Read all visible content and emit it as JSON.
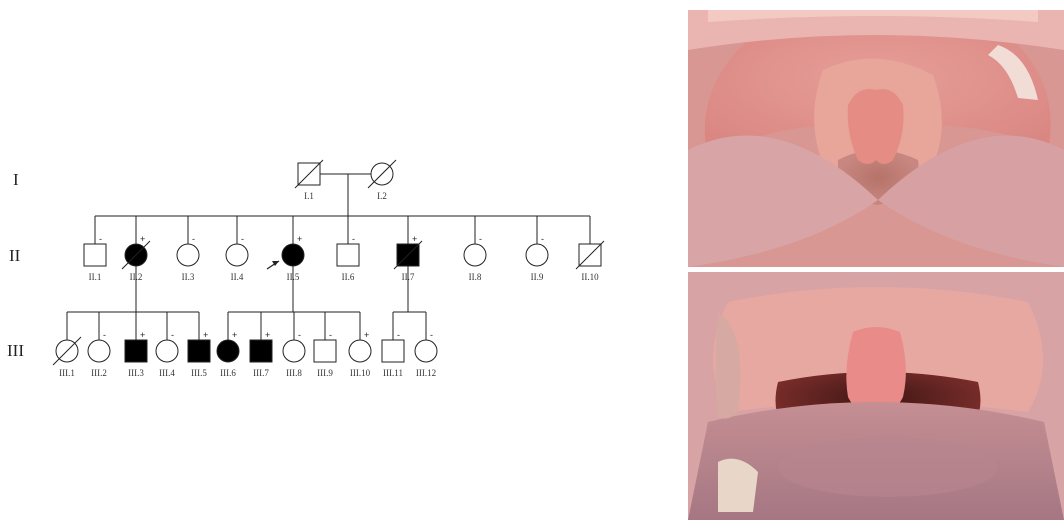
{
  "generations": {
    "I": "I",
    "II": "II",
    "III": "III"
  },
  "gen1": [
    {
      "id": "I.1",
      "sex": "male",
      "affected": false,
      "deceased": true,
      "sign": ""
    },
    {
      "id": "I.2",
      "sex": "female",
      "affected": false,
      "deceased": true,
      "sign": ""
    }
  ],
  "gen2": [
    {
      "id": "II.1",
      "sex": "male",
      "affected": false,
      "deceased": false,
      "sign": "-"
    },
    {
      "id": "II.2",
      "sex": "female",
      "affected": true,
      "deceased": true,
      "sign": "+"
    },
    {
      "id": "II.3",
      "sex": "female",
      "affected": false,
      "deceased": false,
      "sign": "-"
    },
    {
      "id": "II.4",
      "sex": "female",
      "affected": false,
      "deceased": false,
      "sign": "-"
    },
    {
      "id": "II.5",
      "sex": "female",
      "affected": true,
      "deceased": false,
      "sign": "+",
      "proband": true
    },
    {
      "id": "II.6",
      "sex": "male",
      "affected": false,
      "deceased": false,
      "sign": "-"
    },
    {
      "id": "II.7",
      "sex": "male",
      "affected": true,
      "deceased": true,
      "sign": "+"
    },
    {
      "id": "II.8",
      "sex": "female",
      "affected": false,
      "deceased": false,
      "sign": "-"
    },
    {
      "id": "II.9",
      "sex": "female",
      "affected": false,
      "deceased": false,
      "sign": "-"
    },
    {
      "id": "II.10",
      "sex": "male",
      "affected": false,
      "deceased": true,
      "sign": ""
    }
  ],
  "gen3": [
    {
      "id": "III.1",
      "sex": "female",
      "affected": false,
      "deceased": true,
      "sign": ""
    },
    {
      "id": "III.2",
      "sex": "female",
      "affected": false,
      "deceased": false,
      "sign": "-"
    },
    {
      "id": "III.3",
      "sex": "male",
      "affected": true,
      "deceased": false,
      "sign": "+"
    },
    {
      "id": "III.4",
      "sex": "female",
      "affected": false,
      "deceased": false,
      "sign": "-"
    },
    {
      "id": "III.5",
      "sex": "male",
      "affected": true,
      "deceased": false,
      "sign": "+"
    },
    {
      "id": "III.6",
      "sex": "female",
      "affected": true,
      "deceased": false,
      "sign": "+"
    },
    {
      "id": "III.7",
      "sex": "male",
      "affected": true,
      "deceased": false,
      "sign": "+"
    },
    {
      "id": "III.8",
      "sex": "female",
      "affected": false,
      "deceased": false,
      "sign": "-"
    },
    {
      "id": "III.9",
      "sex": "male",
      "affected": false,
      "deceased": false,
      "sign": "-"
    },
    {
      "id": "III.10",
      "sex": "female",
      "affected": false,
      "deceased": false,
      "sign": "+"
    },
    {
      "id": "III.11",
      "sex": "male",
      "affected": false,
      "deceased": false,
      "sign": "-"
    },
    {
      "id": "III.12",
      "sex": "female",
      "affected": false,
      "deceased": false,
      "sign": "-"
    }
  ],
  "colors": {
    "affected": "#000000",
    "line": "#222222",
    "mouth_bg": "#e9a8a3",
    "throat": "#7a2f2c",
    "tongue": "#c98d8d",
    "uvula": "#e8898a"
  }
}
